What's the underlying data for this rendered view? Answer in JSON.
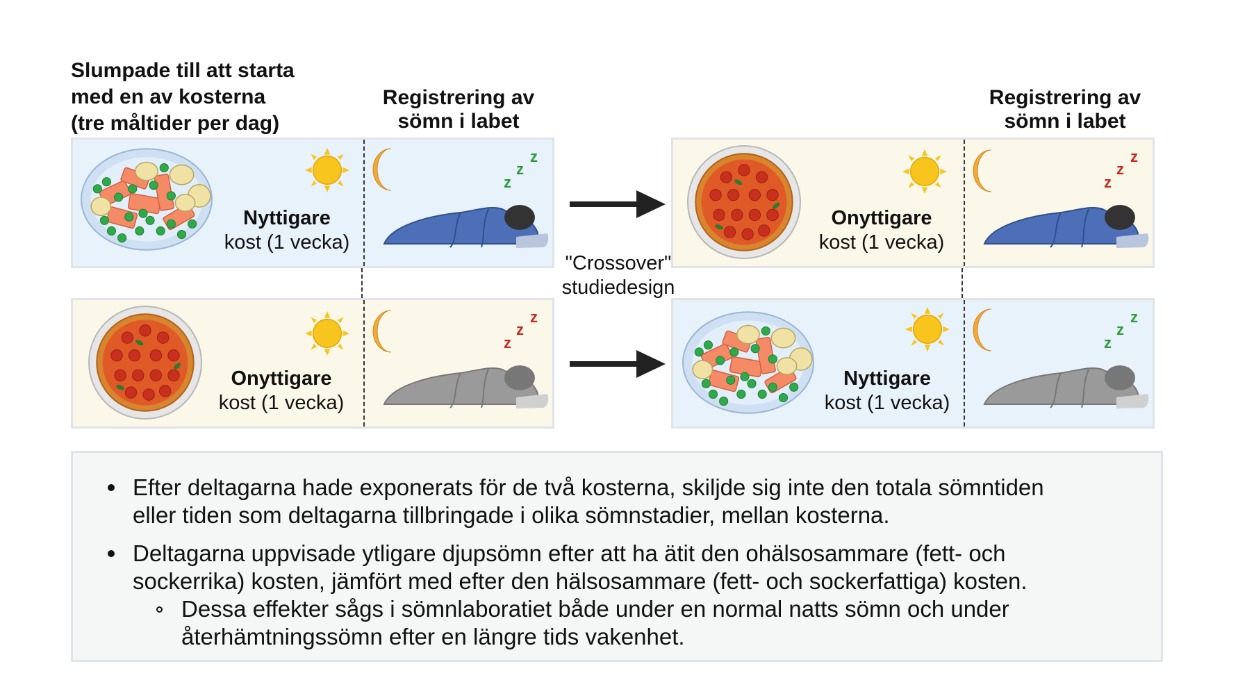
{
  "headings": {
    "randomized": [
      "Slumpade till att starta",
      "med en av kosterna",
      "(tre måltider per dag)"
    ],
    "sleep_lab_left": [
      "Registrering av",
      "sömn i labet"
    ],
    "sleep_lab_right": [
      "Registrering av",
      "sömn i labet"
    ]
  },
  "crossover": [
    "\"Crossover\"",
    "studiedesign"
  ],
  "panels": {
    "top_left": {
      "diet": "Nyttigare",
      "duration": "kost (1 vecka)"
    },
    "bottom_left": {
      "diet": "Onyttigare",
      "duration": "kost (1 vecka)"
    },
    "top_right": {
      "diet": "Onyttigare",
      "duration": "kost (1 vecka)"
    },
    "bottom_right": {
      "diet": "Nyttigare",
      "duration": "kost (1 vecka)"
    }
  },
  "icons": [
    "salmon-plate-icon",
    "pizza-icon",
    "sun-icon",
    "moon-icon",
    "sleeping-person-icon",
    "zzz-icon",
    "arrow-right-icon"
  ],
  "colors": {
    "healthy_bg": "#e8f2fb",
    "unhealthy_bg": "#fcf8e9",
    "zzz_green": "#2e9a3c",
    "zzz_red": "#c62b24",
    "sleeper_blue": "#4d6fb8",
    "sleeper_gray": "#9a9a9a"
  },
  "findings": {
    "bullet1": [
      "Efter deltagarna hade exponerats för de två kosterna, skiljde sig inte den totala sömntiden",
      "eller tiden som deltagarna tillbringade i olika sömnstadier, mellan kosterna."
    ],
    "bullet2": [
      "Deltagarna uppvisade ytligare djupsömn efter att ha ätit den ohälsosammare (fett- och",
      "sockerrika) kosten, jämfört med efter den hälsosammare (fett- och sockerfattiga) kosten."
    ],
    "sub_bullet": [
      "Dessa effekter sågs i sömnlaboratiet både under en normal natts sömn och under",
      "återhämtningssömn efter en längre tids vakenhet."
    ]
  }
}
